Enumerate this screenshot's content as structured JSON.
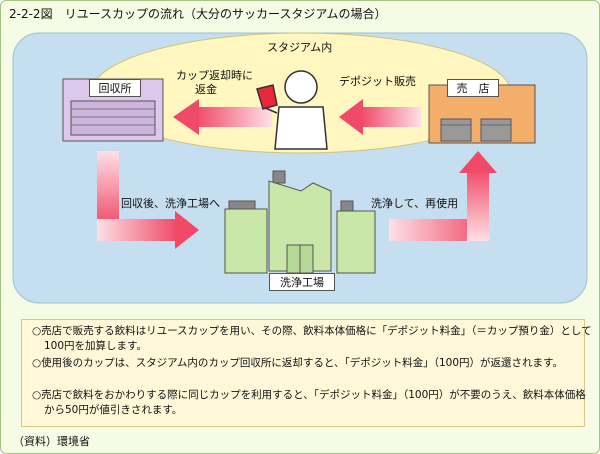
{
  "title": "2-2-2図　リユースカップの流れ（大分のサッカースタジアムの場合）",
  "diagram": {
    "stadium_label": "スタジアム内",
    "return_label": "回収所",
    "shop_label": "売　店",
    "factory_label": "洗浄工場",
    "cup_return_text_line1": "カップ返却時に",
    "cup_return_text_line2": "返金",
    "deposit_sale_text": "デポジット販売",
    "to_factory_text": "回収後、洗浄工場へ",
    "reuse_text": "洗浄して、再使用"
  },
  "notes": [
    "○売店で販売する飲料はリユースカップを用い、その際、飲料本体価格に「デポジット料金」（＝カップ預り金）として100円を加算します。",
    "○使用後のカップは、スタジアム内のカップ回収所に返却すると、「デポジット料金」（100円）が返還されます。",
    "○売店で飲料をおかわりする際に同じカップを利用すると、「デポジット料金」（100円）が不要のうえ、飲料本体価格から50円が値引きされます。"
  ],
  "source": "（資料）環境省",
  "colors": {
    "panel": "#c5def0",
    "stadium_ellipse": "#fff6c0",
    "arrow": "#f04a68",
    "factory": "#c8e7a8",
    "return_building": "#dcc8ea",
    "shop_building": "#f3ae6a",
    "cup": "#e8273a"
  },
  "icons": [
    "recycle-station-icon",
    "person-with-cup-icon",
    "shop-building-icon",
    "factory-icon",
    "arrow-icon"
  ]
}
